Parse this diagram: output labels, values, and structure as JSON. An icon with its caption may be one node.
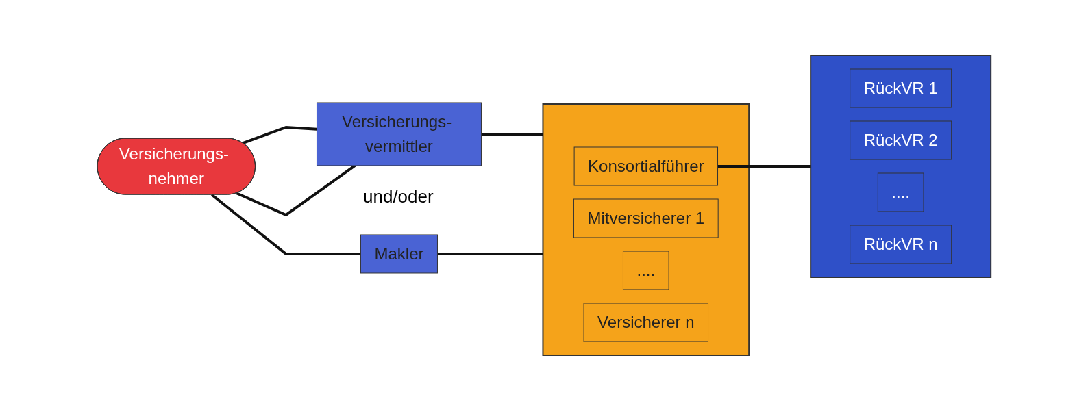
{
  "diagram": {
    "nodes": [
      {
        "text": [
          "Versicherungs- nehmer"
        ]
      },
      {
        "text": [
          "Versicherungs- vermittler"
        ]
      },
      {
        "text": [
          "Makler"
        ]
      },
      {
        "text": [],
        "shape": "box"
      },
      {
        "text": [
          "Konsortialführer"
        ],
        "in": 3
      },
      {
        "text": [
          "Mitversicherer 1"
        ],
        "in": 3
      },
      {
        "text": [
          "...."
        ],
        "in": 3
      },
      {
        "text": [
          "Versicherer n"
        ],
        "in": 3
      },
      {
        "text": [],
        "shape": "box"
      },
      {
        "text": [
          "RückVR 1"
        ],
        "in": 8
      },
      {
        "text": [
          "RückVR 2"
        ],
        "in": 8
      },
      {
        "text": [
          "...."
        ],
        "in": 8
      },
      {
        "text": [
          "RückVR n"
        ],
        "in": 8
      }
    ],
    "edges": [
      {
        "from": 0,
        "to": 1,
        "arrow": "none"
      },
      {
        "from": 0,
        "to": 1,
        "arrow": "none"
      },
      {
        "from": 0,
        "to": 2,
        "arrow": "none"
      },
      {
        "from": 1,
        "to": 3,
        "arrow": "none"
      },
      {
        "from": 2,
        "to": 3,
        "arrow": "none"
      },
      {
        "from": 4,
        "to": 8,
        "arrow": "none"
      }
    ],
    "labels": [
      "und/oder"
    ]
  }
}
